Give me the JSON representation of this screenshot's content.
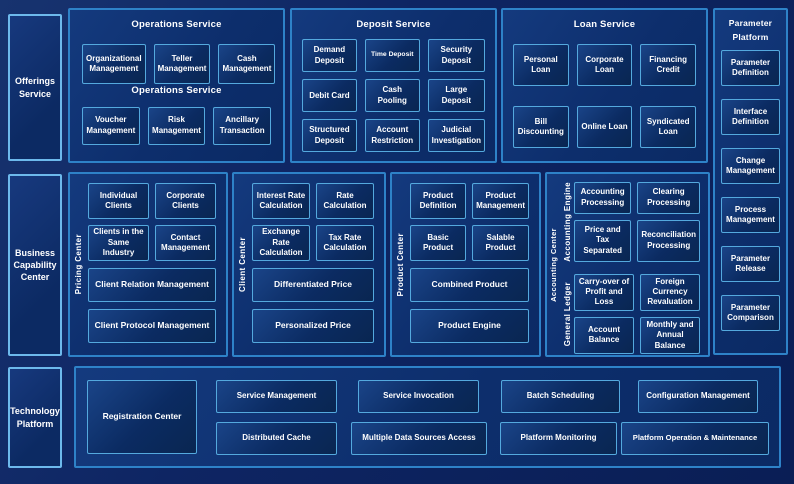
{
  "colors": {
    "background": "#0e2563",
    "panel_border": "#2e82c8",
    "cell_border": "#54a9de",
    "rail_border": "#6db9ec",
    "text": "#ffffff"
  },
  "rails": {
    "offerings": "Offerings Service",
    "business": "Business Capability Center",
    "technology": "Technology Platform"
  },
  "top_row": {
    "operations": {
      "title": "Operations Service",
      "subtitle": "Operations Service",
      "row1": [
        "Organizational Management",
        "Teller Management",
        "Cash Management"
      ],
      "row2": [
        "Voucher Management",
        "Risk Management",
        "Ancillary Transaction"
      ]
    },
    "deposit": {
      "title": "Deposit Service",
      "cells": [
        "Demand Deposit",
        "Time Deposit",
        "Security Deposit",
        "Debit Card",
        "Cash Pooling",
        "Large Deposit",
        "Structured Deposit",
        "Account Restriction",
        "Judicial Investigation"
      ]
    },
    "loan": {
      "title": "Loan Service",
      "cells": [
        "Personal Loan",
        "Corporate Loan",
        "Financing Credit",
        "Bill Discounting",
        "Online Loan",
        "Syndicated Loan"
      ]
    },
    "parameter": {
      "title_line1": "Parameter",
      "title_line2": "Platform",
      "cells": [
        "Parameter Definition",
        "Interface Definition",
        "Change Management",
        "Process Management",
        "Parameter Release",
        "Parameter Comparison"
      ]
    }
  },
  "middle_row": {
    "pricing_center": {
      "label": "Pricing Center",
      "grid": [
        "Individual Clients",
        "Corporate Clients",
        "Clients in the Same Industry",
        "Contact Management"
      ],
      "wide": [
        "Client Relation Management",
        "Client Protocol Management"
      ]
    },
    "client_center": {
      "label": "Client Center",
      "grid": [
        "Interest Rate Calculation",
        "Rate Calculation",
        "Exchange Rate Calculation",
        "Tax Rate Calculation"
      ],
      "wide": [
        "Differentiated Price",
        "Personalized Price"
      ]
    },
    "product_center": {
      "label": "Product Center",
      "grid": [
        "Product Definition",
        "Product Management",
        "Basic Product",
        "Salable Product"
      ],
      "wide": [
        "Combined Product",
        "Product Engine"
      ]
    },
    "accounting_center": {
      "label": "Accounting Center",
      "groups": [
        {
          "label": "Accounting Engine",
          "cells": [
            "Accounting Processing",
            "Clearing Processing",
            "Price and Tax Separated",
            "Reconciliation Processing"
          ]
        },
        {
          "label": "General Ledger",
          "cells": [
            "Carry-over of Profit and Loss",
            "Foreign Currency Revaluation",
            "Account Balance",
            "Monthly and Annual Balance"
          ]
        }
      ]
    }
  },
  "bottom_row": {
    "registration": "Registration Center",
    "top_cells": [
      "Service Management",
      "Service Invocation",
      "Batch Scheduling",
      "Configuration Management"
    ],
    "bottom_cells": [
      "Distributed Cache",
      "Multiple Data Sources Access",
      "Platform Monitoring",
      "Platform Operation & Maintenance"
    ]
  }
}
